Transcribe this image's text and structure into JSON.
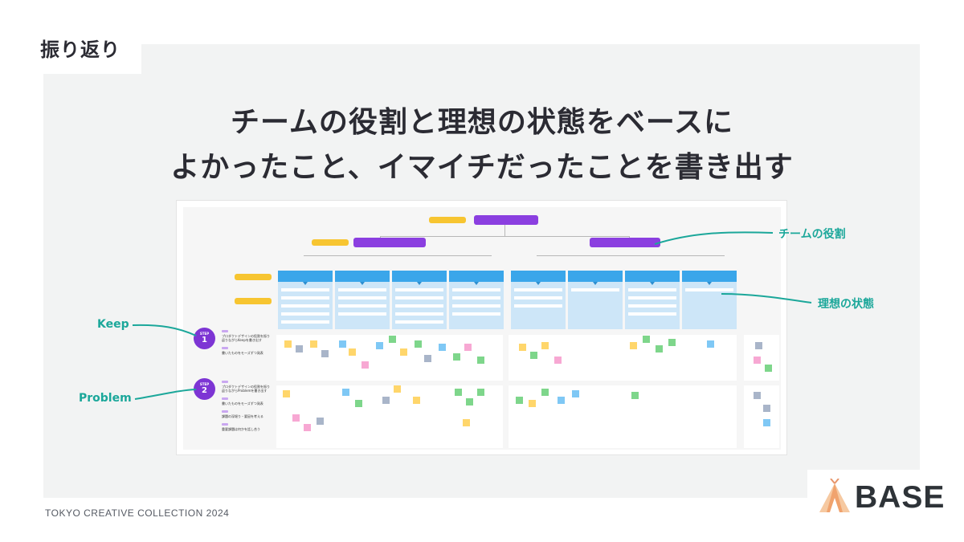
{
  "section": {
    "tag": "振り返り"
  },
  "headline": {
    "line1": "チームの役割と理想の状態をベースに",
    "line2": "よかったこと、イマイチだったことを書き出す"
  },
  "annotations": {
    "team_role": "チームの役割",
    "ideal_state": "理想の状態",
    "keep": "Keep",
    "problem": "Problem"
  },
  "board": {
    "step1": {
      "step_word": "STEP",
      "number": "1",
      "text1": "プロダクトデザインの役割を振り返りながらKeepを書き出す",
      "text2": "書いたものをモーズずつ発表"
    },
    "step2": {
      "step_word": "STEP",
      "number": "2",
      "text1": "プロダクトデザインの役割を振り返りながらProblemを書き出す",
      "text2": "書いたものをモーズずつ発表",
      "text3": "課題の深堀り・要因を考える",
      "text4": "重要課題は何かを話し合う"
    }
  },
  "footer": {
    "event": "TOKYO CREATIVE COLLECTION 2024"
  },
  "logo": {
    "name": "BASE"
  },
  "colors": {
    "accent_teal": "#1ba79a",
    "purple": "#7d35d4",
    "blue": "#3aa6ea",
    "yellow": "#f7c531",
    "panel": "#f2f3f3"
  }
}
